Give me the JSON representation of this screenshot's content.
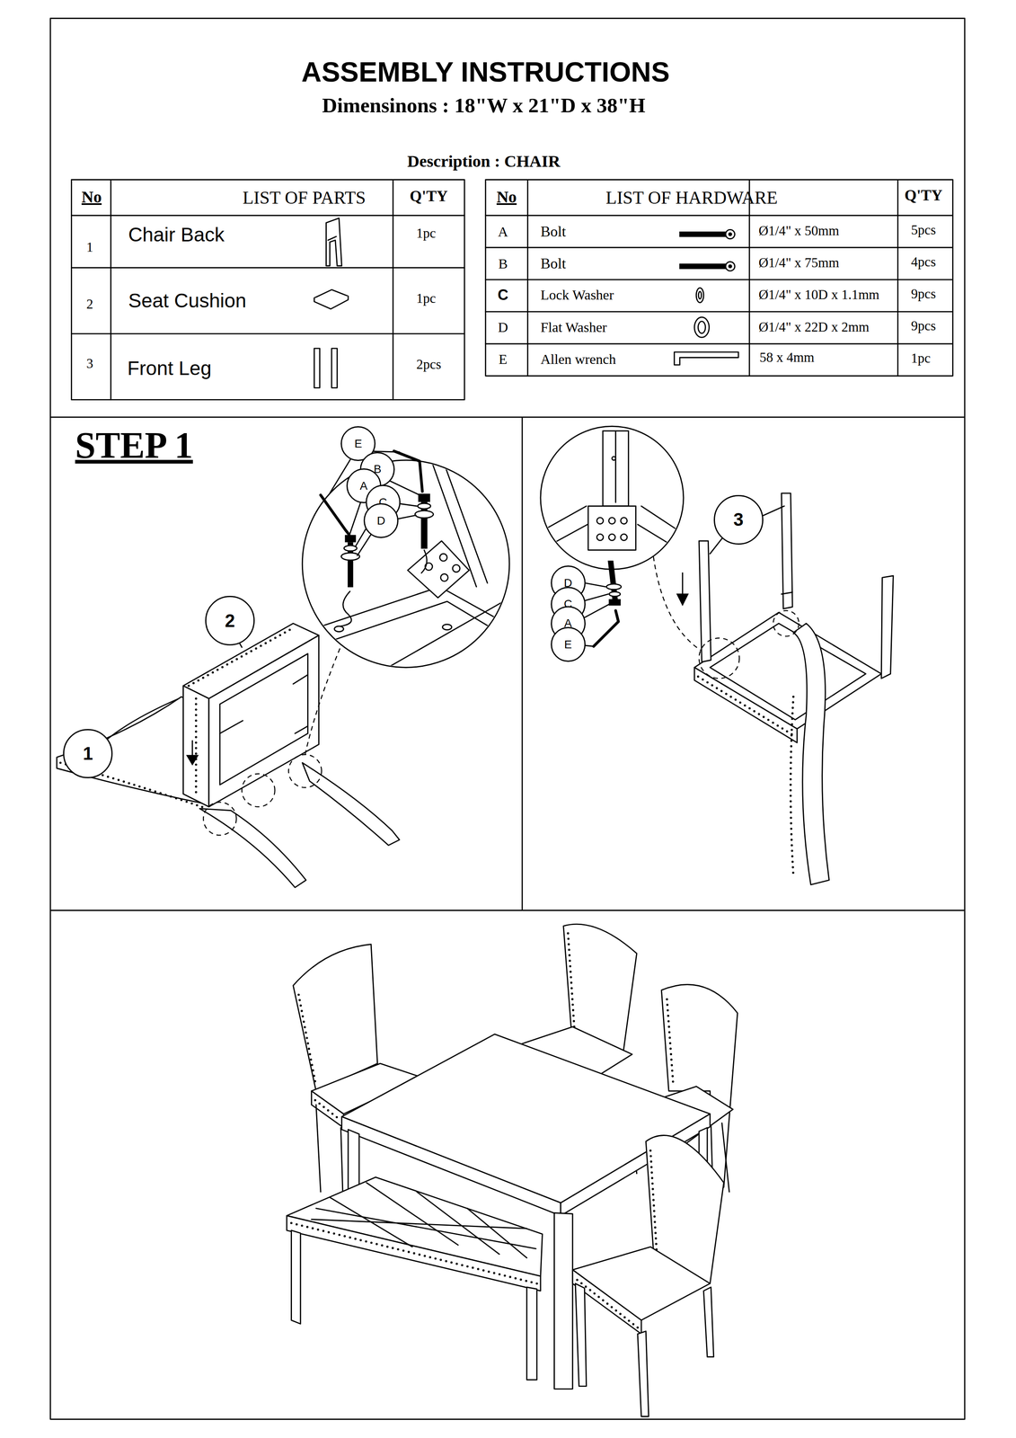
{
  "diagram": {
    "title": "ASSEMBLY INSTRUCTIONS",
    "nodes": [
      {
        "text": [
          "E"
        ]
      },
      {
        "text": [
          "B"
        ]
      },
      {
        "text": [
          "A"
        ]
      },
      {
        "text": [
          "C"
        ]
      },
      {
        "text": [
          "D"
        ]
      },
      {
        "text": [
          "2"
        ]
      },
      {
        "text": [
          "1"
        ]
      },
      {
        "text": [
          "3"
        ]
      },
      {
        "text": [
          "D"
        ]
      },
      {
        "text": [
          "C"
        ]
      },
      {
        "text": [
          "A"
        ]
      },
      {
        "text": [
          "E"
        ]
      }
    ],
    "labels": [
      "Dimensinons : 18\"W x 21\"D x 38\"H",
      "Description : CHAIR",
      "No",
      "LIST OF PARTS",
      "Q'TY",
      "1",
      "Chair Back",
      "1pc",
      "2",
      "Seat Cushion",
      "1pc",
      "3",
      "Front Leg",
      "2pcs",
      "No",
      "LIST OF HARDWARE",
      "Q'TY",
      "A",
      "Bolt",
      "Ø1/4\" x 50mm",
      "5pcs",
      "B",
      "Bolt",
      "Ø1/4\" x 75mm",
      "4pcs",
      "C",
      "Lock Washer",
      "Ø1/4\" x 10D x 1.1mm",
      "9pcs",
      "D",
      "Flat Washer",
      "Ø1/4\" x 22D x 2mm",
      "9pcs",
      "E",
      "Allen wrench",
      "58 x 4mm",
      "1pc",
      "STEP 1"
    ]
  }
}
